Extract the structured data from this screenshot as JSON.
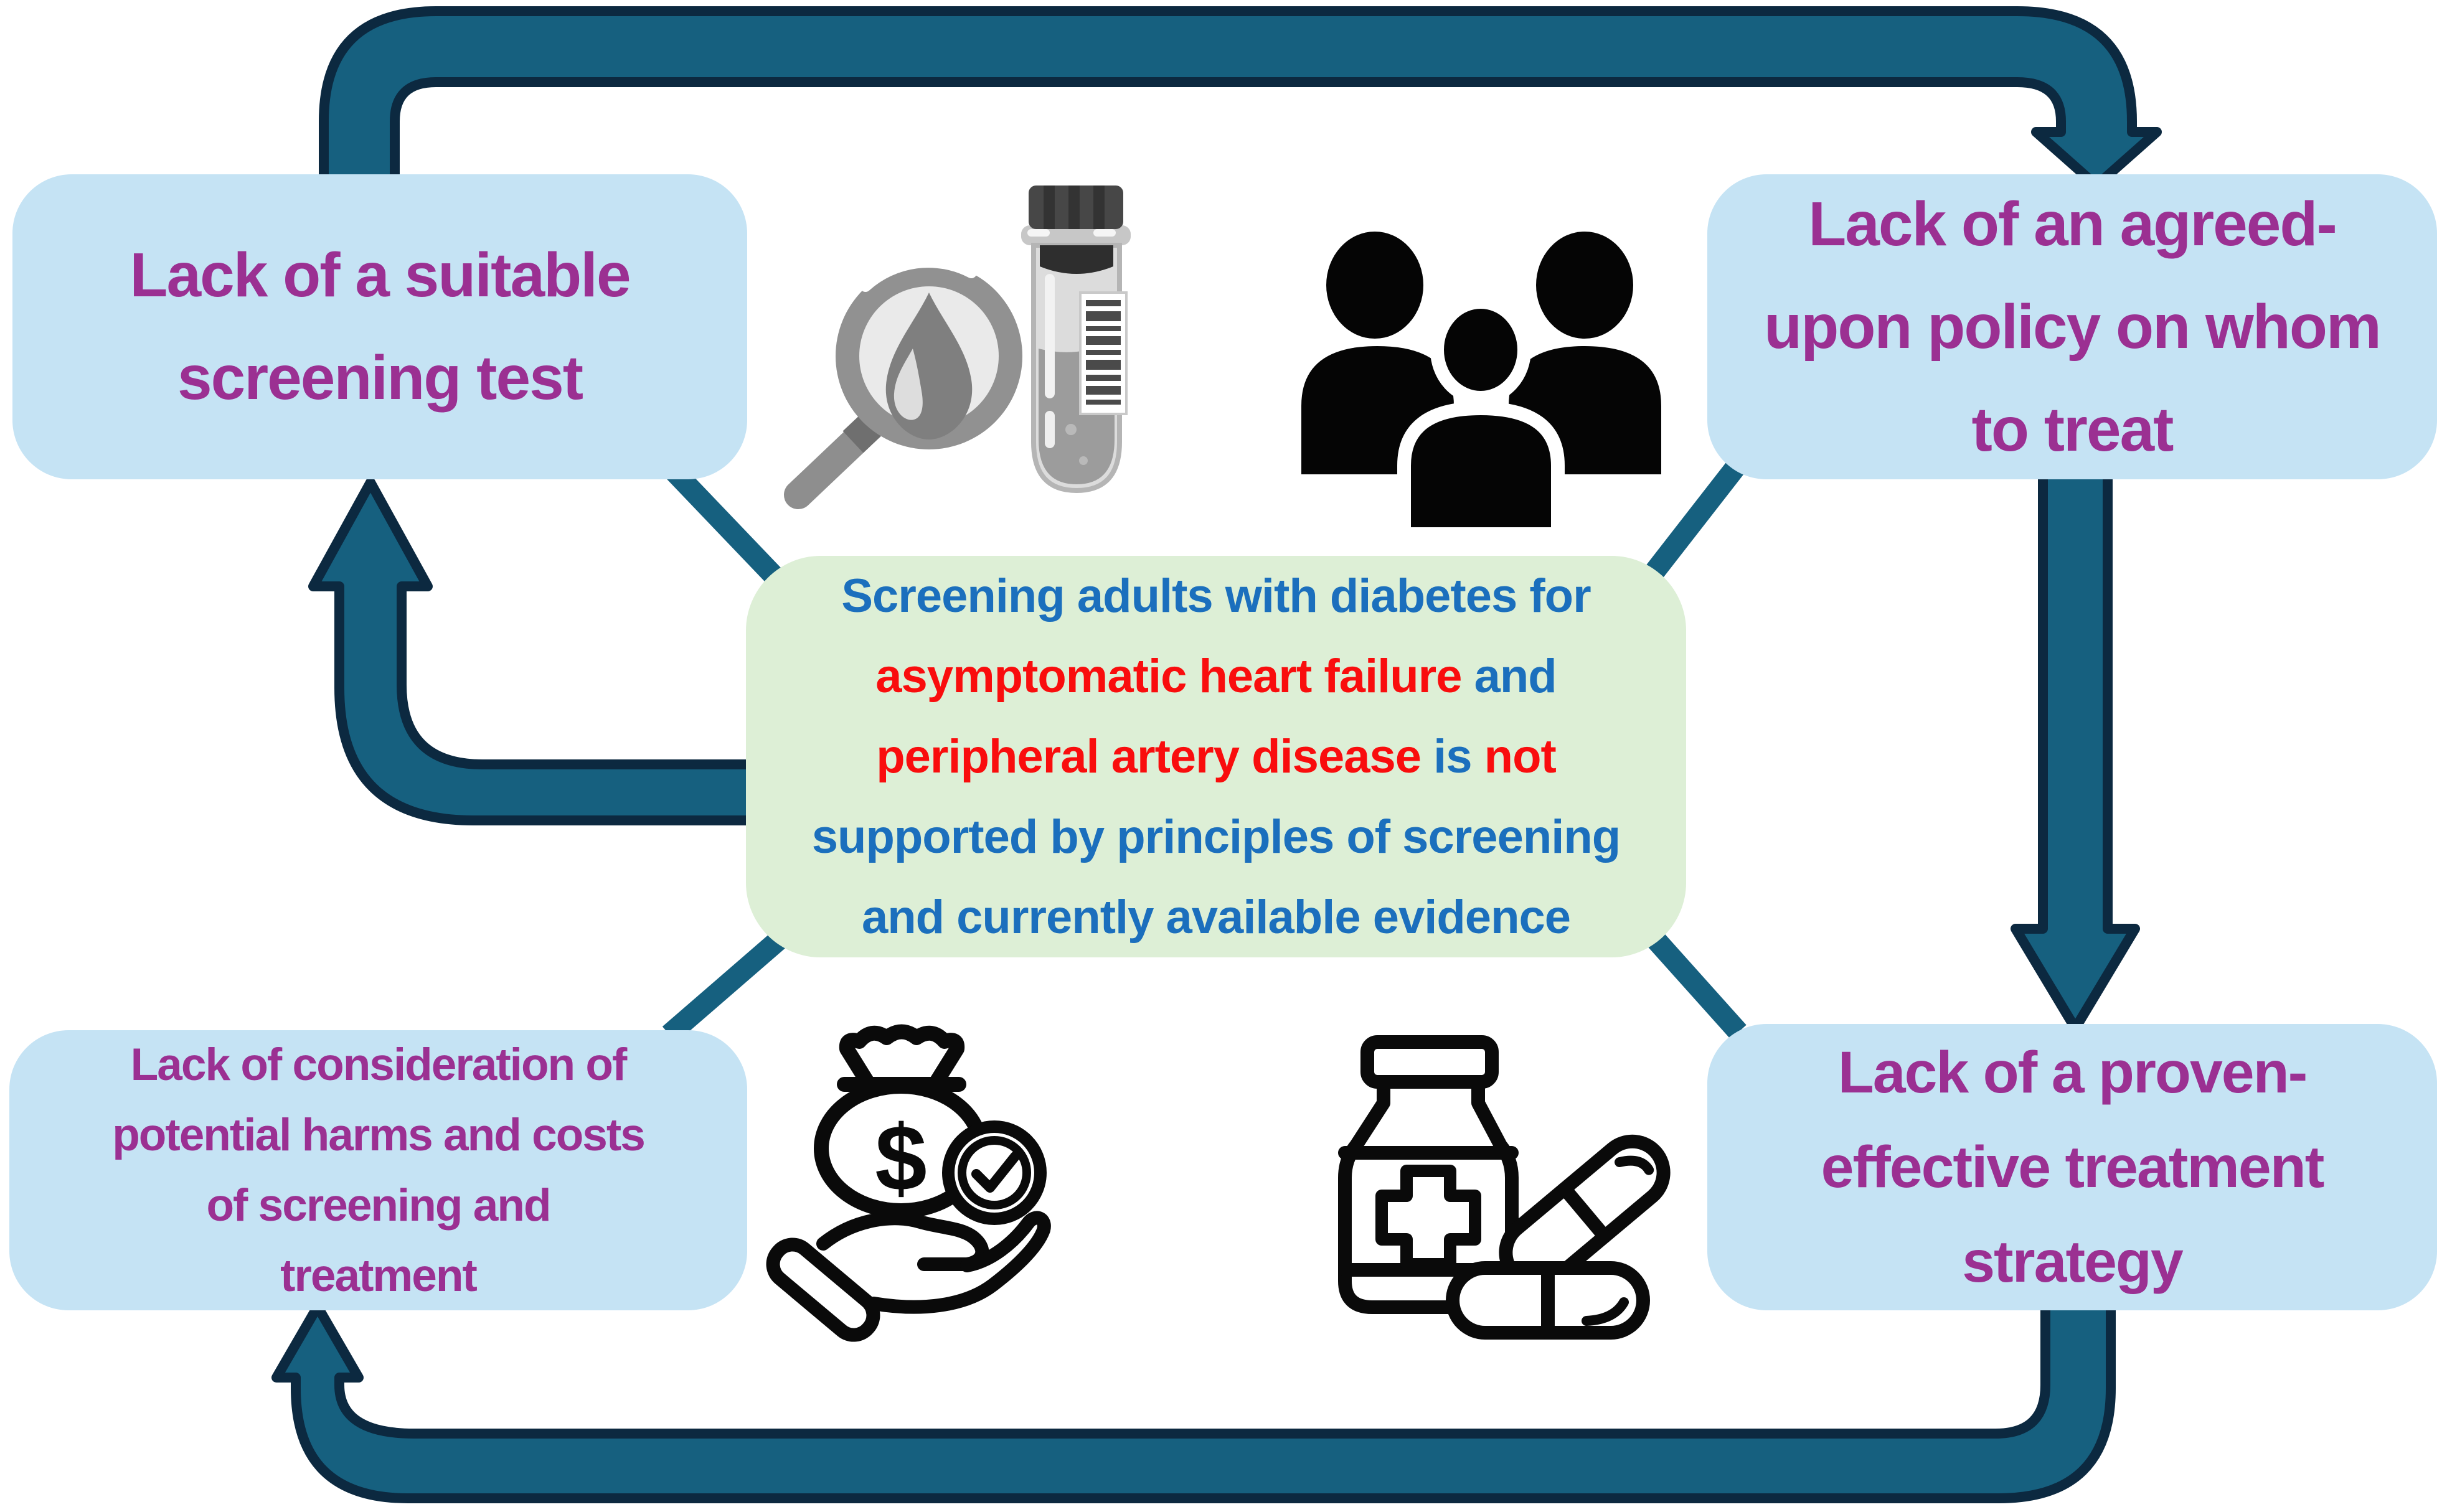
{
  "figure": {
    "description_note": "cycle-diagram of reasons screening is not supported"
  },
  "boxes": {
    "top_left": {
      "lines": [
        "Lack of a suitable",
        "screening test"
      ]
    },
    "top_right": {
      "lines": [
        "Lack of an agreed-",
        "upon policy on whom",
        "to treat"
      ]
    },
    "bottom_left": {
      "lines": [
        "Lack of consideration of",
        "potential harms and costs",
        "of screening and",
        "treatment"
      ]
    },
    "bottom_right": {
      "lines": [
        "Lack of a proven-",
        "effective treatment",
        "strategy"
      ]
    }
  },
  "center_box": {
    "lines": [
      [
        {
          "text": "Screening adults with diabetes for",
          "color": "blue"
        }
      ],
      [
        {
          "text": "asymptomatic heart failure",
          "color": "red"
        },
        {
          "text": " and",
          "color": "blue"
        }
      ],
      [
        {
          "text": "peripheral artery disease",
          "color": "red"
        },
        {
          "text": " is ",
          "color": "blue"
        },
        {
          "text": "not",
          "color": "red"
        }
      ],
      [
        {
          "text": "supported by principles of screening",
          "color": "blue"
        }
      ],
      [
        {
          "text": "and currently available evidence",
          "color": "blue"
        }
      ]
    ]
  },
  "icons": {
    "screening_test_icon": "magnifier-with-blood-drop-and-test-tube",
    "population_icon": "people-group",
    "costs_icon": "money-bag-in-open-hand-with-check-badge",
    "treatment_icon": "pill-bottle-and-capsules",
    "money_symbol": "$"
  },
  "colors": {
    "arrow_fill": "#16607F",
    "arrow_outline": "#0C2940",
    "corner_box_fill": "#C5E3F4",
    "center_box_fill": "#DDEFD6",
    "corner_text": "#9B3092",
    "center_text_blue": "#1B6FBD",
    "center_text_red": "#F90D0D",
    "icon_black": "#0A0A0A",
    "icon_gray": "#8E8E8E",
    "background": "#FFFFFF"
  }
}
